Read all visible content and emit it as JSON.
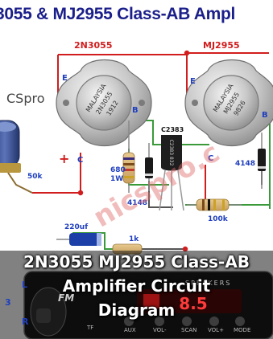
{
  "headline": "3055 & MJ2955 Class-AB Ampl",
  "brand_partial": "CSpro",
  "watermark": "nicspro.c",
  "transistors": {
    "left": {
      "label": "2N3055",
      "marking": [
        "MALAYSIA",
        "2N3055",
        "1912"
      ]
    },
    "right": {
      "label": "MJ2955",
      "marking": [
        "MALAYSIA",
        "MJ2955",
        "9826"
      ]
    }
  },
  "pins": {
    "e": "E",
    "b": "B",
    "c": "C"
  },
  "small_transistor": {
    "label": "C2383",
    "marking": "C2383 832"
  },
  "components": {
    "r680": [
      "680",
      "1W"
    ],
    "diode_left": "4148",
    "diode_right": "4148",
    "pot_50k": "50k",
    "res_100k": "100k",
    "cap_220uf": "220uf",
    "res_1k": "1k",
    "plus": "+"
  },
  "board_labels": {
    "l": "L",
    "r": "R",
    "num_3": "3"
  },
  "mp3_module": {
    "fm": "FM",
    "logo_text": "SPEAKERS",
    "display": "8.5",
    "buttons": [
      "TF",
      "AUX",
      "VOL-",
      "SCAN",
      "VOL+",
      "MODE"
    ]
  },
  "caption": {
    "line1": "2N3055 MJ2955 Class-AB",
    "line2": "Amplifier Circuit",
    "line3": "Diagram"
  },
  "colors": {
    "title": "#1b1f8a",
    "label_red": "#d11d1d",
    "label_blue": "#1f3fbf",
    "wire_green": "#3a9a3a",
    "wire_red": "#d11d1d"
  }
}
